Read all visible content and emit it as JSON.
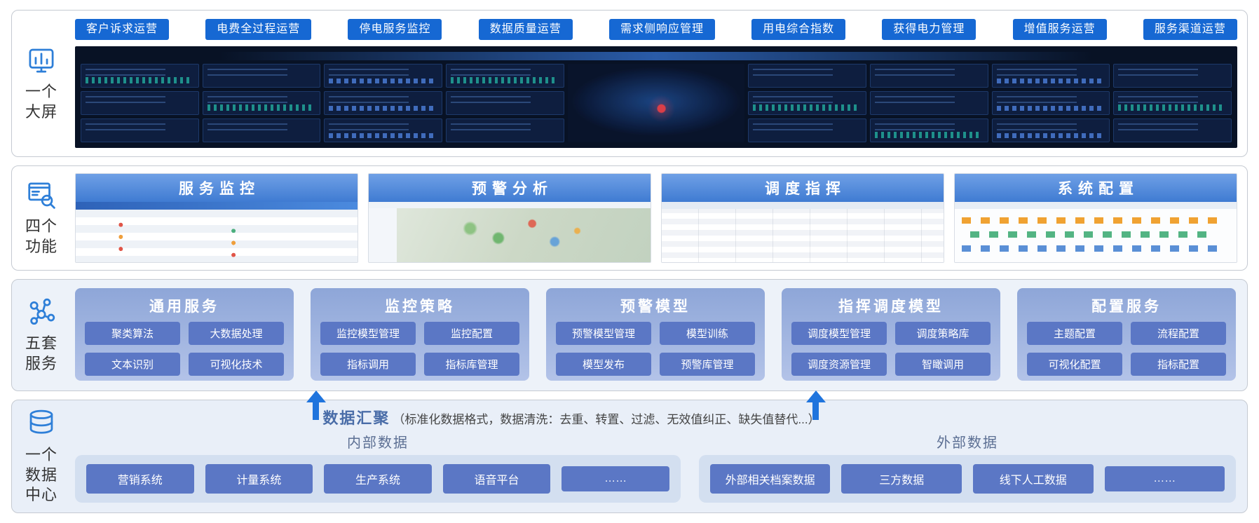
{
  "colors": {
    "accent-blue": "#1668d3",
    "icon-blue": "#2e7fd8",
    "panel-header-start": "#6fa0e6",
    "panel-header-end": "#3f7bd2",
    "card-bg-start": "#8ea6d8",
    "card-bg-end": "#b3c3e8",
    "item-blue": "#5b77c5",
    "arrow-blue": "#1f74dd",
    "band3-bg": "#edf2f9",
    "band4-bg": "#e9eff8",
    "data-container": "#d3dff0",
    "title-blue": "#4a6da8"
  },
  "bands": {
    "bigScreen": {
      "label": "一个\n大屏",
      "buttons": [
        "客户诉求运营",
        "电费全过程运营",
        "停电服务监控",
        "数据质量运营",
        "需求侧响应管理",
        "用电综合指数",
        "获得电力管理",
        "增值服务运营",
        "服务渠道运营"
      ]
    },
    "functions": {
      "label": "四个\n功能",
      "panels": [
        {
          "title": "服务监控"
        },
        {
          "title": "预警分析"
        },
        {
          "title": "调度指挥"
        },
        {
          "title": "系统配置"
        }
      ]
    },
    "services": {
      "label": "五套\n服务",
      "groups": [
        {
          "title": "通用服务",
          "items": [
            "聚类算法",
            "大数据处理",
            "文本识别",
            "可视化技术"
          ]
        },
        {
          "title": "监控策略",
          "items": [
            "监控模型管理",
            "监控配置",
            "指标调用",
            "指标库管理"
          ]
        },
        {
          "title": "预警模型",
          "items": [
            "预警模型管理",
            "模型训练",
            "模型发布",
            "预警库管理"
          ]
        },
        {
          "title": "指挥调度模型",
          "items": [
            "调度模型管理",
            "调度策略库",
            "调度资源管理",
            "智瞰调用"
          ]
        },
        {
          "title": "配置服务",
          "items": [
            "主题配置",
            "流程配置",
            "可视化配置",
            "指标配置"
          ]
        }
      ]
    },
    "dataCenter": {
      "label": "一个\n数据\n中心",
      "title": "数据汇聚",
      "subtitle": "（标准化数据格式，数据清洗：去重、转置、过滤、无效值纠正、缺失值替代...）",
      "internal": {
        "label": "内部数据",
        "items": [
          "营销系统",
          "计量系统",
          "生产系统",
          "语音平台",
          "……"
        ]
      },
      "external": {
        "label": "外部数据",
        "items": [
          "外部相关档案数据",
          "三方数据",
          "线下人工数据",
          "……"
        ]
      }
    }
  }
}
